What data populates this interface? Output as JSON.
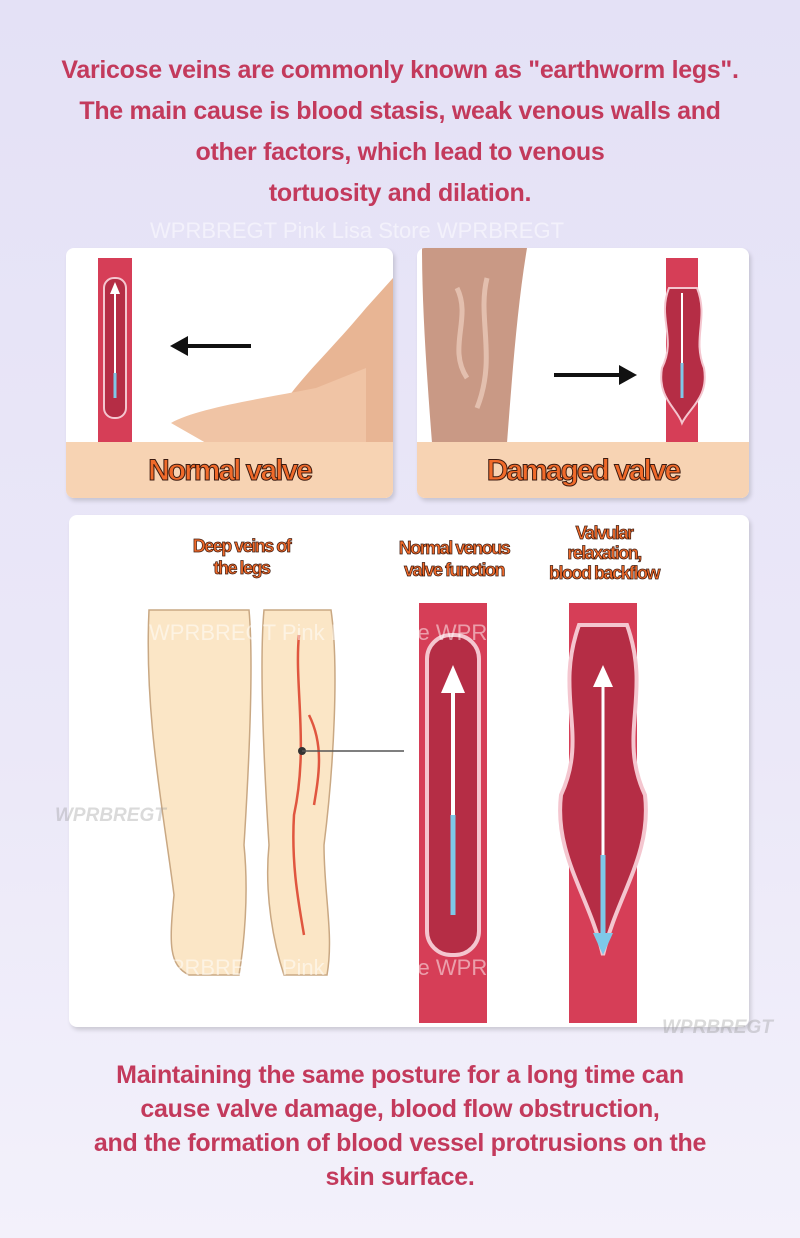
{
  "top_text": [
    "Varicose veins are commonly known as \"earthworm legs\".",
    "The main cause is blood stasis, weak venous walls and",
    "other factors, which lead to venous",
    "tortuosity and dilation."
  ],
  "panels": {
    "normal_label": "Normal valve",
    "damaged_label": "Damaged valve"
  },
  "diagram": {
    "deep_veins": [
      "Deep veins of",
      "the legs"
    ],
    "normal_function": [
      "Normal venous",
      "valve function"
    ],
    "relaxation": [
      "Valvular",
      "relaxation,",
      "blood backflow"
    ]
  },
  "bottom_text": [
    "Maintaining the same posture for a long time can",
    "cause valve damage, blood flow obstruction,",
    "and the formation of blood vessel protrusions on the",
    "skin surface."
  ],
  "watermarks": {
    "store": "WPRBREGT Pink Lisa Store WPRBREGT",
    "brand": "WPRBREGT"
  },
  "colors": {
    "text": "#c33a5c",
    "label": "#f06a2a",
    "vein": "#d63e57"
  }
}
